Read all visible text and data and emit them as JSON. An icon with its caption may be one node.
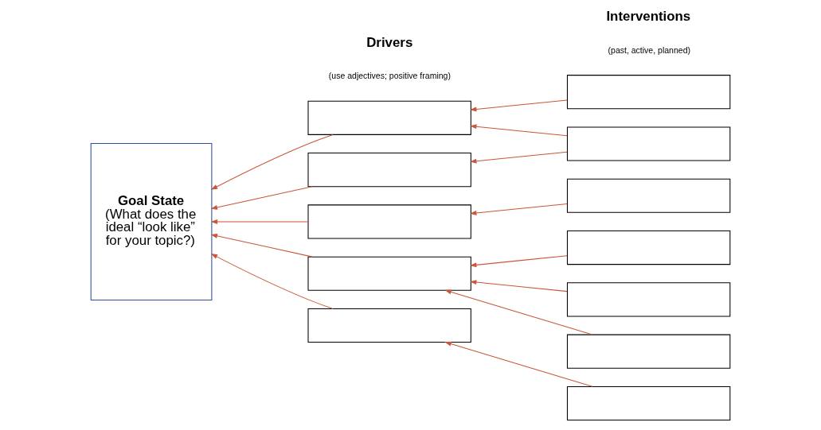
{
  "diagram": {
    "nodes": [
      {
        "text": [
          "Goal State",
          "(What does the ideal “look like” for your topic?)"
        ]
      },
      {
        "text": [],
        "shape": "box"
      },
      {
        "text": [],
        "shape": "box"
      },
      {
        "text": [],
        "shape": "box"
      },
      {
        "text": [],
        "shape": "box"
      },
      {
        "text": [],
        "shape": "box"
      },
      {
        "text": [],
        "shape": "box"
      },
      {
        "text": [],
        "shape": "box"
      },
      {
        "text": [],
        "shape": "box"
      },
      {
        "text": [],
        "shape": "box"
      },
      {
        "text": [],
        "shape": "box"
      },
      {
        "text": [],
        "shape": "box"
      },
      {
        "text": [],
        "shape": "box"
      }
    ],
    "edges": [
      {
        "from": 1,
        "to": 0,
        "arrow": "to"
      },
      {
        "from": 2,
        "to": 0,
        "arrow": "to"
      },
      {
        "from": 3,
        "to": 0,
        "arrow": "to"
      },
      {
        "from": 4,
        "to": 0,
        "arrow": "to"
      },
      {
        "from": 5,
        "to": 0,
        "arrow": "to"
      },
      {
        "from": 6,
        "to": 1,
        "arrow": "to"
      },
      {
        "from": 7,
        "to": 1,
        "arrow": "to"
      },
      {
        "from": 7,
        "to": 2,
        "arrow": "to"
      },
      {
        "from": 8,
        "to": 3,
        "arrow": "to"
      },
      {
        "from": 9,
        "to": 4,
        "arrow": "to"
      },
      {
        "from": 10,
        "to": 4,
        "arrow": "to"
      },
      {
        "from": 11,
        "to": 4,
        "arrow": "to"
      },
      {
        "from": 12,
        "to": 5,
        "arrow": "to"
      }
    ],
    "labels": [
      "Drivers",
      "(use adjectives; positive framing)",
      "Interventions",
      "(past, active, planned)"
    ]
  }
}
